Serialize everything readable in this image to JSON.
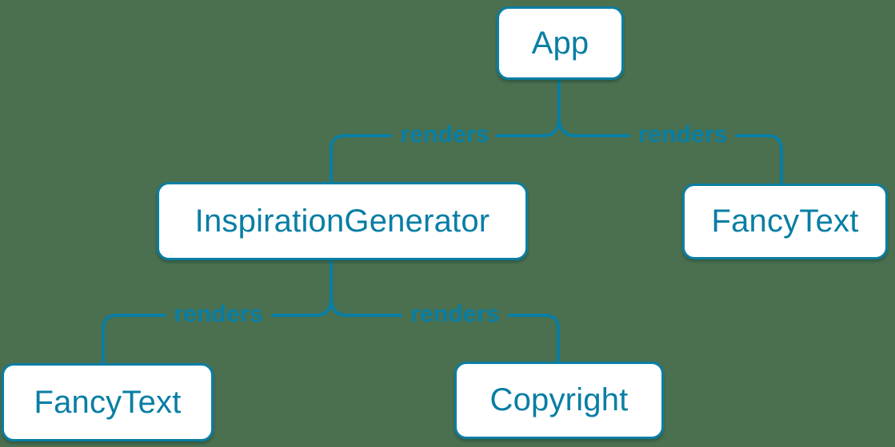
{
  "diagram": {
    "type": "component-render-tree",
    "background_color": "#4a7050",
    "accent_color": "#087ea4",
    "node_fill_color": "#ffffff",
    "nodes": [
      {
        "id": "app",
        "label": "App"
      },
      {
        "id": "inspiration-generator",
        "label": "InspirationGenerator"
      },
      {
        "id": "fancy-text-right",
        "label": "FancyText"
      },
      {
        "id": "fancy-text-left",
        "label": "FancyText"
      },
      {
        "id": "copyright",
        "label": "Copyright"
      }
    ],
    "edges": [
      {
        "from": "App",
        "to": "InspirationGenerator",
        "label": "renders"
      },
      {
        "from": "App",
        "to": "FancyText",
        "label": "renders"
      },
      {
        "from": "InspirationGenerator",
        "to": "FancyText",
        "label": "renders"
      },
      {
        "from": "InspirationGenerator",
        "to": "Copyright",
        "label": "renders"
      }
    ]
  }
}
